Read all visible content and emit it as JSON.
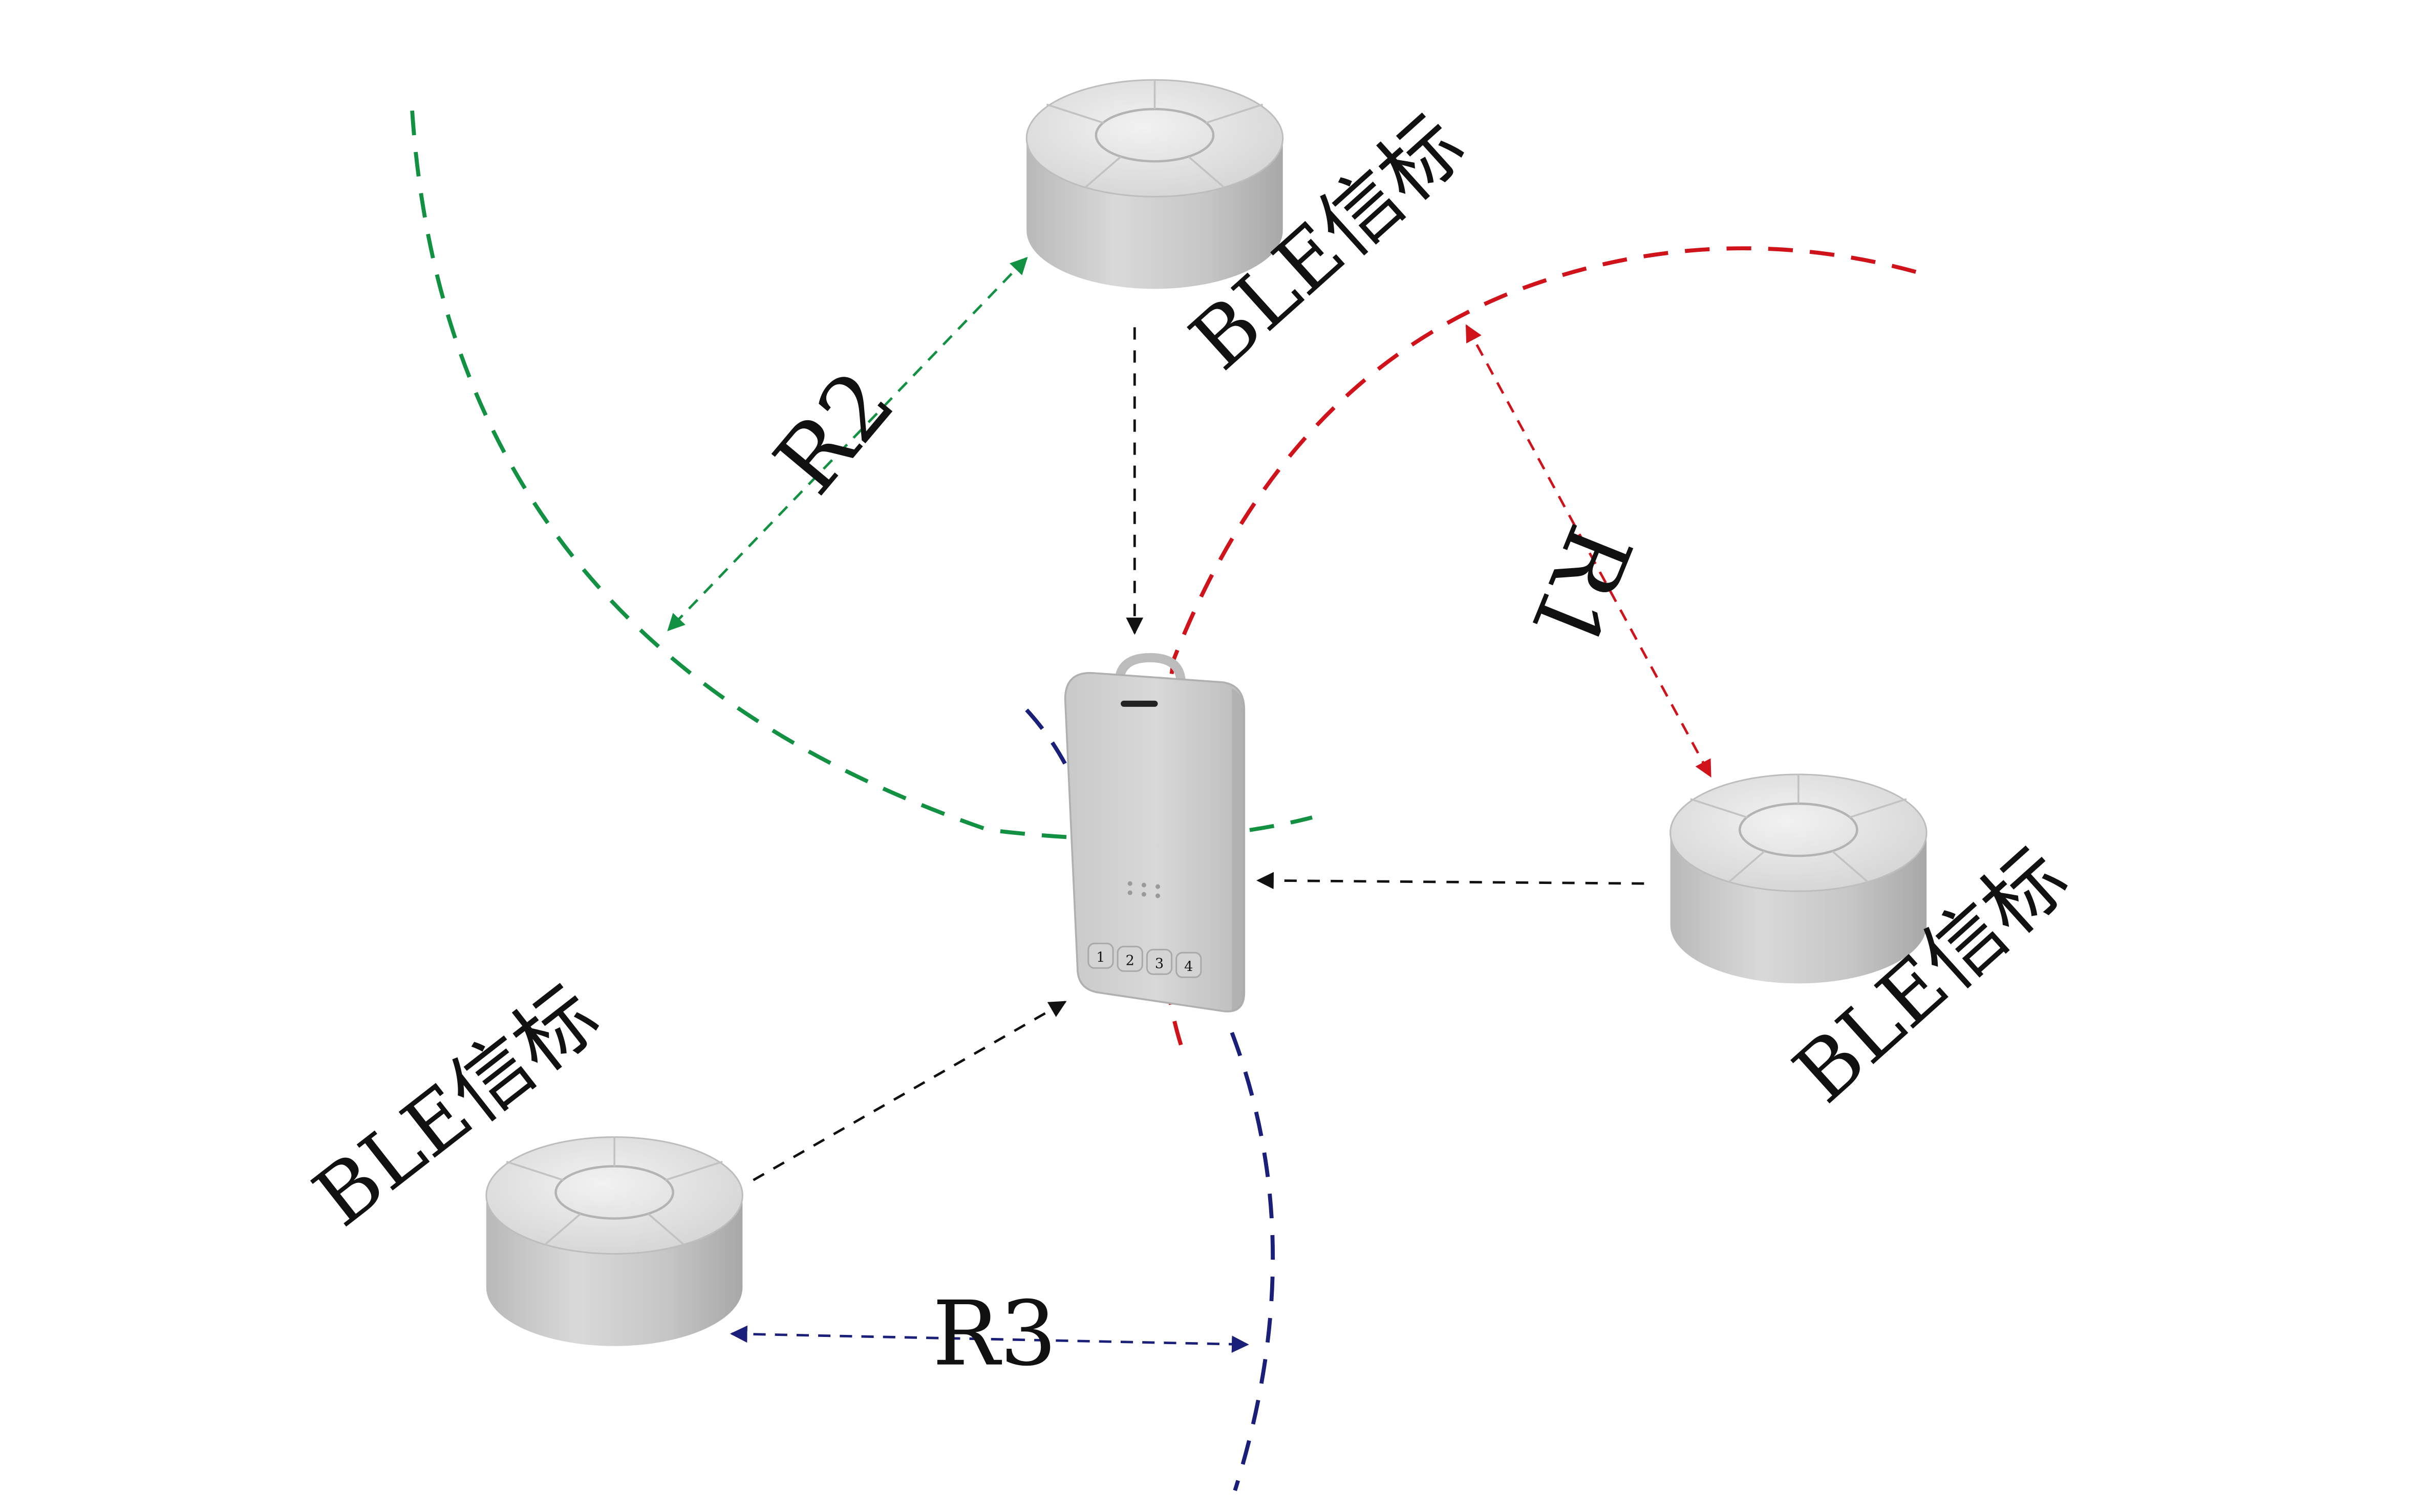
{
  "labels": {
    "beacon_top": "BLE信标",
    "beacon_right": "BLE信标",
    "beacon_left": "BLE信标",
    "r1": "R1",
    "r2": "R2",
    "r3": "R3"
  },
  "tag_buttons": [
    "1",
    "2",
    "3",
    "4"
  ],
  "colors": {
    "r1": "#d0121b",
    "r2": "#129143",
    "r3": "#1a1f7a",
    "signal": "#111111",
    "device": "#cfcfcf"
  }
}
